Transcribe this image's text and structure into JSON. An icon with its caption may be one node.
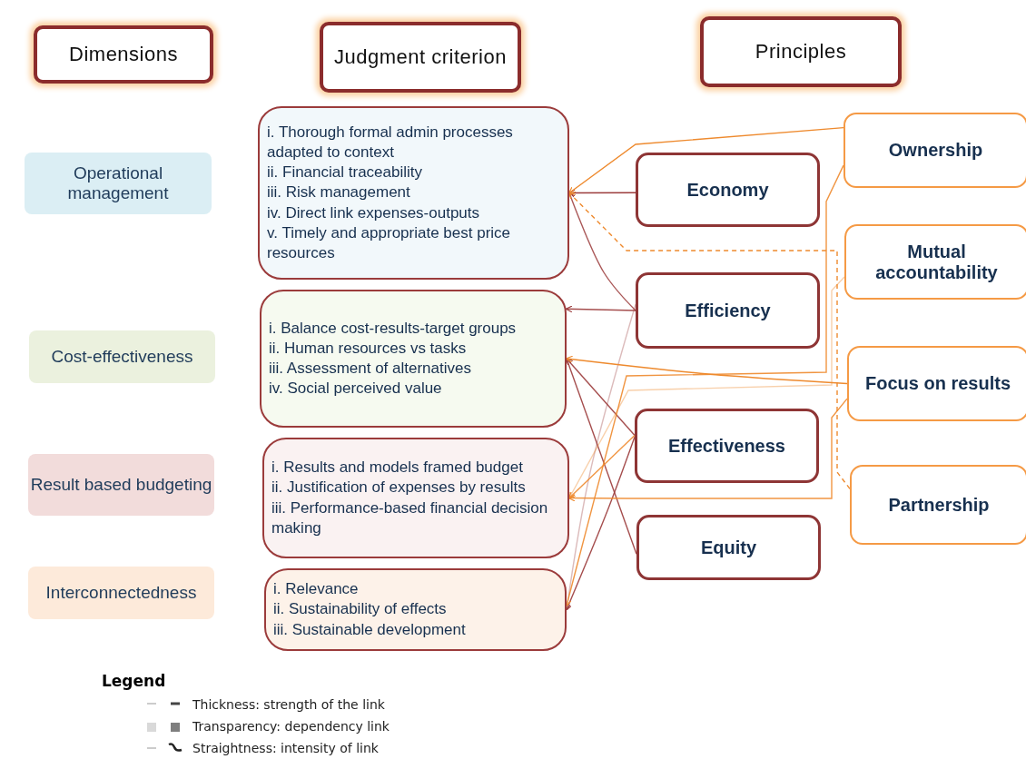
{
  "diagram": {
    "nodes": [
      {
        "text": [
          "Dimensions"
        ]
      },
      {
        "text": [
          "Judgment criterion"
        ]
      },
      {
        "text": [
          "Principles"
        ]
      },
      {
        "text": [
          "Operational management"
        ]
      },
      {
        "text": [
          "Cost-effectiveness"
        ]
      },
      {
        "text": [
          "Result based budgeting"
        ]
      },
      {
        "text": [
          "Interconnectedness"
        ]
      },
      {
        "text": [
          "i. Thorough formal admin processes adapted to context",
          "ii. Financial traceability",
          "iii. Risk management",
          "iv. Direct link expenses-outputs",
          "v. Timely and appropriate best price resources"
        ]
      },
      {
        "text": [
          "i. Balance cost-results-target groups",
          "ii. Human resources vs tasks",
          "iii. Assessment of alternatives",
          "iv. Social perceived value"
        ]
      },
      {
        "text": [
          "i. Results and models framed budget",
          "ii. Justification of expenses by results",
          "iii. Performance-based financial decision making"
        ]
      },
      {
        "text": [
          "i. Relevance",
          "ii. Sustainability of effects",
          "iii. Sustainable development"
        ]
      },
      {
        "text": [
          "Economy"
        ]
      },
      {
        "text": [
          "Efficiency"
        ]
      },
      {
        "text": [
          "Effectiveness"
        ]
      },
      {
        "text": [
          "Equity"
        ]
      },
      {
        "text": [
          "Ownership"
        ]
      },
      {
        "text": [
          "Mutual accountability"
        ]
      },
      {
        "text": [
          "Focus on results"
        ]
      },
      {
        "text": [
          "Partnership"
        ]
      }
    ],
    "edges": [
      {
        "from": 11,
        "to": 7,
        "arrow": "to",
        "color": "#9b3b3b"
      },
      {
        "from": 12,
        "to": 7,
        "arrow": "to",
        "color": "#9b3b3b"
      },
      {
        "from": 12,
        "to": 8,
        "arrow": "to",
        "color": "#9b3b3b"
      },
      {
        "from": 12,
        "to": 10,
        "arrow": "to",
        "color": "#9b3b3b"
      },
      {
        "from": 13,
        "to": 8,
        "arrow": "to",
        "color": "#9b3b3b"
      },
      {
        "from": 13,
        "to": 10,
        "arrow": "to",
        "color": "#9b3b3b"
      },
      {
        "from": 14,
        "to": 8,
        "arrow": "to",
        "color": "#9b3b3b"
      },
      {
        "from": 15,
        "to": 7,
        "arrow": "to",
        "color": "#ee8a2e"
      },
      {
        "from": 15,
        "to": 10,
        "arrow": "to",
        "color": "#ee8a2e"
      },
      {
        "from": 16,
        "to": 9,
        "arrow": "to",
        "color": "#ee8a2e"
      },
      {
        "from": 17,
        "to": 8,
        "arrow": "to",
        "color": "#ee8a2e"
      },
      {
        "from": 17,
        "to": 9,
        "arrow": "to",
        "color": "#ee8a2e"
      },
      {
        "from": 13,
        "to": 9,
        "arrow": "to",
        "color": "#ee8a2e"
      },
      {
        "from": 18,
        "to": 7,
        "arrow": "to",
        "style": "dashed",
        "color": "#ee8a2e"
      }
    ],
    "labels": [
      "Legend"
    ],
    "legend": [
      {
        "text": "Thickness: strength of the link"
      },
      {
        "text": "Transparency: dependency link"
      },
      {
        "text": "Straightness: intensity of link"
      }
    ]
  }
}
